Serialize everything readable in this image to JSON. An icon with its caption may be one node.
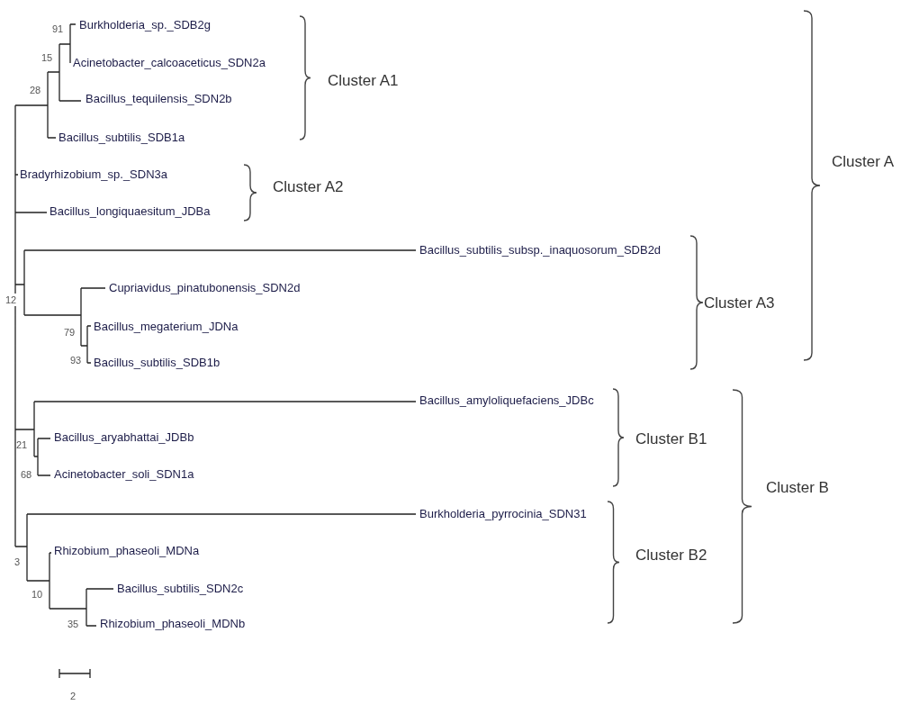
{
  "diagram": {
    "nodes": [
      {
        "text": [
          "Burkholderia_sp._SDB2g"
        ]
      },
      {
        "text": [
          "Acinetobacter_calcoaceticus_SDN2a"
        ]
      },
      {
        "text": [
          "Bacillus_tequilensis_SDN2b"
        ]
      },
      {
        "text": [
          "Bacillus_subtilis_SDB1a"
        ]
      },
      {
        "text": [
          "Bradyrhizobium_sp._SDN3a"
        ]
      },
      {
        "text": [
          "Bacillus_longiquaesitum_JDBa"
        ]
      },
      {
        "text": [
          "Bacillus_subtilis_subsp._inaquosorum_SDB2d"
        ]
      },
      {
        "text": [
          "Cupriavidus_pinatubonensis_SDN2d"
        ]
      },
      {
        "text": [
          "Bacillus_megaterium_JDNa"
        ]
      },
      {
        "text": [
          "Bacillus_subtilis_SDB1b"
        ]
      },
      {
        "text": [
          "Bacillus_amyloliquefaciens_JDBc"
        ]
      },
      {
        "text": [
          "Bacillus_aryabhattai_JDBb"
        ]
      },
      {
        "text": [
          "Acinetobacter_soli_SDN1a"
        ]
      },
      {
        "text": [
          "Burkholderia_pyrrocinia_SDN31"
        ]
      },
      {
        "text": [
          "Rhizobium_phaseoli_MDNa"
        ]
      },
      {
        "text": [
          "Bacillus_subtilis_SDN2c"
        ]
      },
      {
        "text": [
          "Rhizobium_phaseoli_MDNb"
        ]
      }
    ],
    "labels": [
      "91",
      "15",
      "Cluster A1",
      "28",
      "Cluster A",
      "Cluster A2",
      "Cluster A3",
      "12",
      "79",
      "93",
      "Cluster B1",
      "21",
      "68",
      "Cluster B",
      "Cluster B2",
      "3",
      "10",
      "35",
      "2"
    ]
  }
}
